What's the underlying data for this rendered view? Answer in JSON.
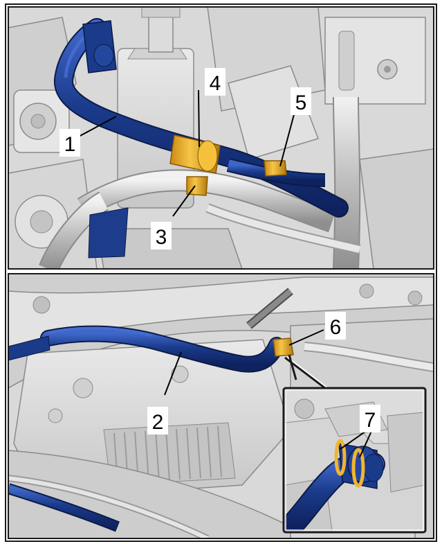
{
  "panels": [
    {
      "id": "top-panel"
    },
    {
      "id": "bottom-panel"
    }
  ],
  "callouts": {
    "c1": "1",
    "c2": "2",
    "c3": "3",
    "c4": "4",
    "c5": "5",
    "c6": "6",
    "c7": "7"
  },
  "colors": {
    "hose_blue": "#1a3a8a",
    "hose_highlight": "#3f66c9",
    "clamp_orange": "#f0b531",
    "clamp_shadow": "#b07a10",
    "background_grey": "#d7d7d7",
    "line_grey": "#8a8a8a",
    "frame_black": "#1a1a1a"
  }
}
